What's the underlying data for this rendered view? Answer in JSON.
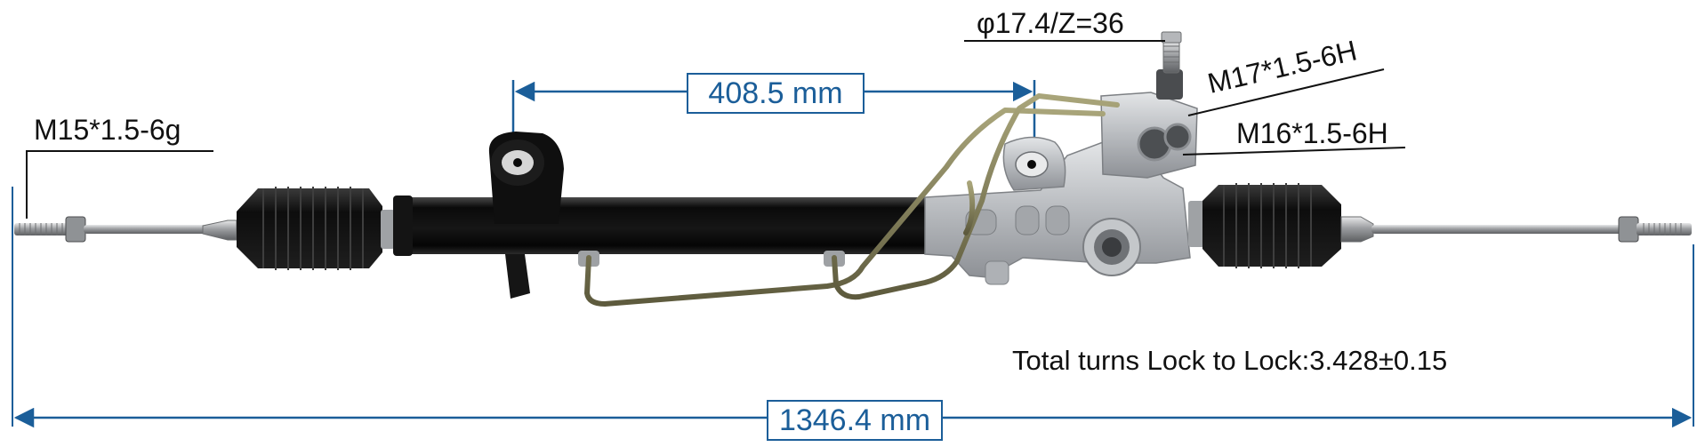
{
  "dimensions": {
    "mount_spacing": "408.5 mm",
    "overall_length": "1346.4 mm"
  },
  "callouts": {
    "left_thread": "M15*1.5-6g",
    "pinion_spec": "φ17.4/Z=36",
    "port_upper": "M17*1.5-6H",
    "port_lower": "M16*1.5-6H"
  },
  "notes": {
    "total_turns": "Total turns Lock to Lock:3.428±0.15"
  },
  "colors": {
    "dimension": "#1b5e99",
    "housing": "#0c0c0c",
    "valve_body": "#b9bcc0",
    "bellows": "#111111",
    "pipe": "#7d7a58",
    "steel": "#a8aaad"
  }
}
